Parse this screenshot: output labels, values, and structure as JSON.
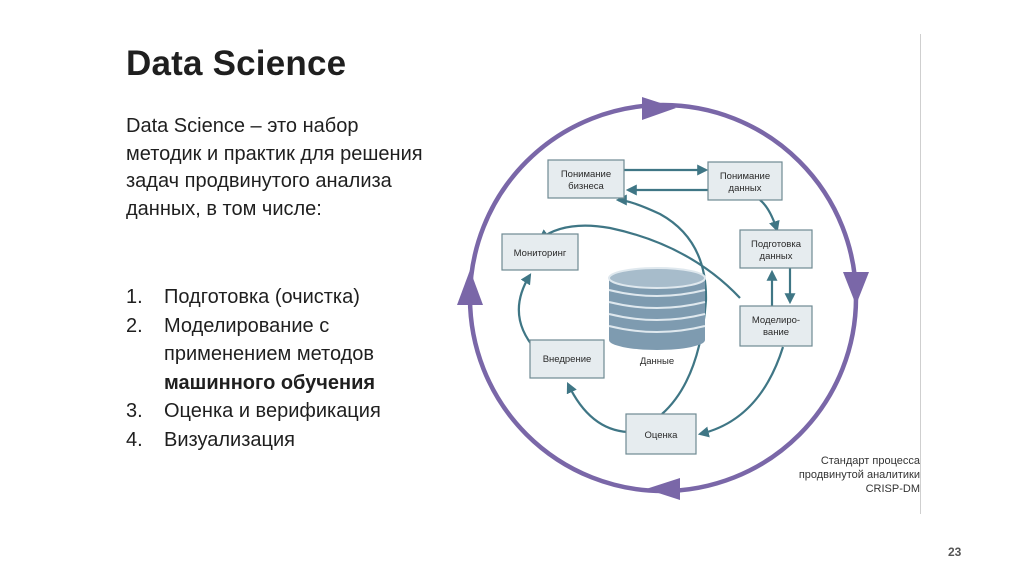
{
  "slide": {
    "title": "Data Science",
    "intro": "Data Science – это набор методик и практик для решения задач продвинутого анализа данных, в том числе:",
    "steps": [
      {
        "num": "1.",
        "text": "Подготовка (очистка)"
      },
      {
        "num": "2.",
        "text": "Моделирование с применением методов ",
        "bold": "машинного обучения"
      },
      {
        "num": "3.",
        "text": "Оценка и верификация"
      },
      {
        "num": "4.",
        "text": "Визуализация"
      }
    ],
    "page_number": "23"
  },
  "diagram": {
    "nodes": {
      "business": [
        "Понимание",
        "бизнеса"
      ],
      "data_understanding": [
        "Понимание",
        "данных"
      ],
      "preparation": [
        "Подготовка",
        "данных"
      ],
      "modeling": [
        "Моделиро-",
        "вание"
      ],
      "evaluation": "Оценка",
      "deployment": "Внедрение",
      "monitoring": "Мониторинг"
    },
    "database_label": "Данные",
    "colors": {
      "ring": "#7a67a8",
      "flow": "#3f7685",
      "node_fill": "#e6ecef"
    },
    "caption": [
      "Стандарт процесса",
      "продвинутой аналитики",
      "CRISP-DM"
    ]
  }
}
